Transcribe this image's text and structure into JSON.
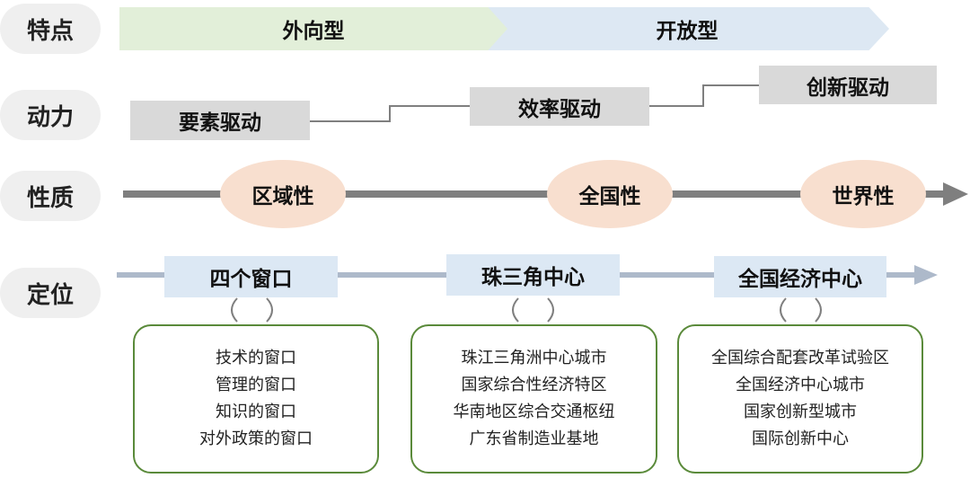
{
  "row_labels": {
    "feature": "特点",
    "driver": "动力",
    "nature": "性质",
    "positioning": "定位"
  },
  "features": [
    "外向型",
    "开放型"
  ],
  "drivers": [
    "要素驱动",
    "效率驱动",
    "创新驱动"
  ],
  "natures": [
    "区域性",
    "全国性",
    "世界性"
  ],
  "positions": [
    {
      "title": "四个窗口",
      "items": [
        "技术的窗口",
        "管理的窗口",
        "知识的窗口",
        "对外政策的窗口"
      ]
    },
    {
      "title": "珠三角中心",
      "items": [
        "珠江三角洲中心城市",
        "国家综合性经济特区",
        "华南地区综合交通枢纽",
        "广东省制造业基地"
      ]
    },
    {
      "title": "全国经济中心",
      "items": [
        "全国综合配套改革试验区",
        "全国经济中心城市",
        "国家创新型城市",
        "国际创新中心"
      ]
    }
  ],
  "colors": {
    "chevron_green": "#e2efd9",
    "chevron_blue": "#dde8f3",
    "driver_box": "#d9d9d9",
    "nature_ellipse": "#f8dfcf",
    "nature_arrow": "#7f7f7f",
    "position_arrow": "#adb9ca",
    "card_border": "#5a8a3a"
  }
}
